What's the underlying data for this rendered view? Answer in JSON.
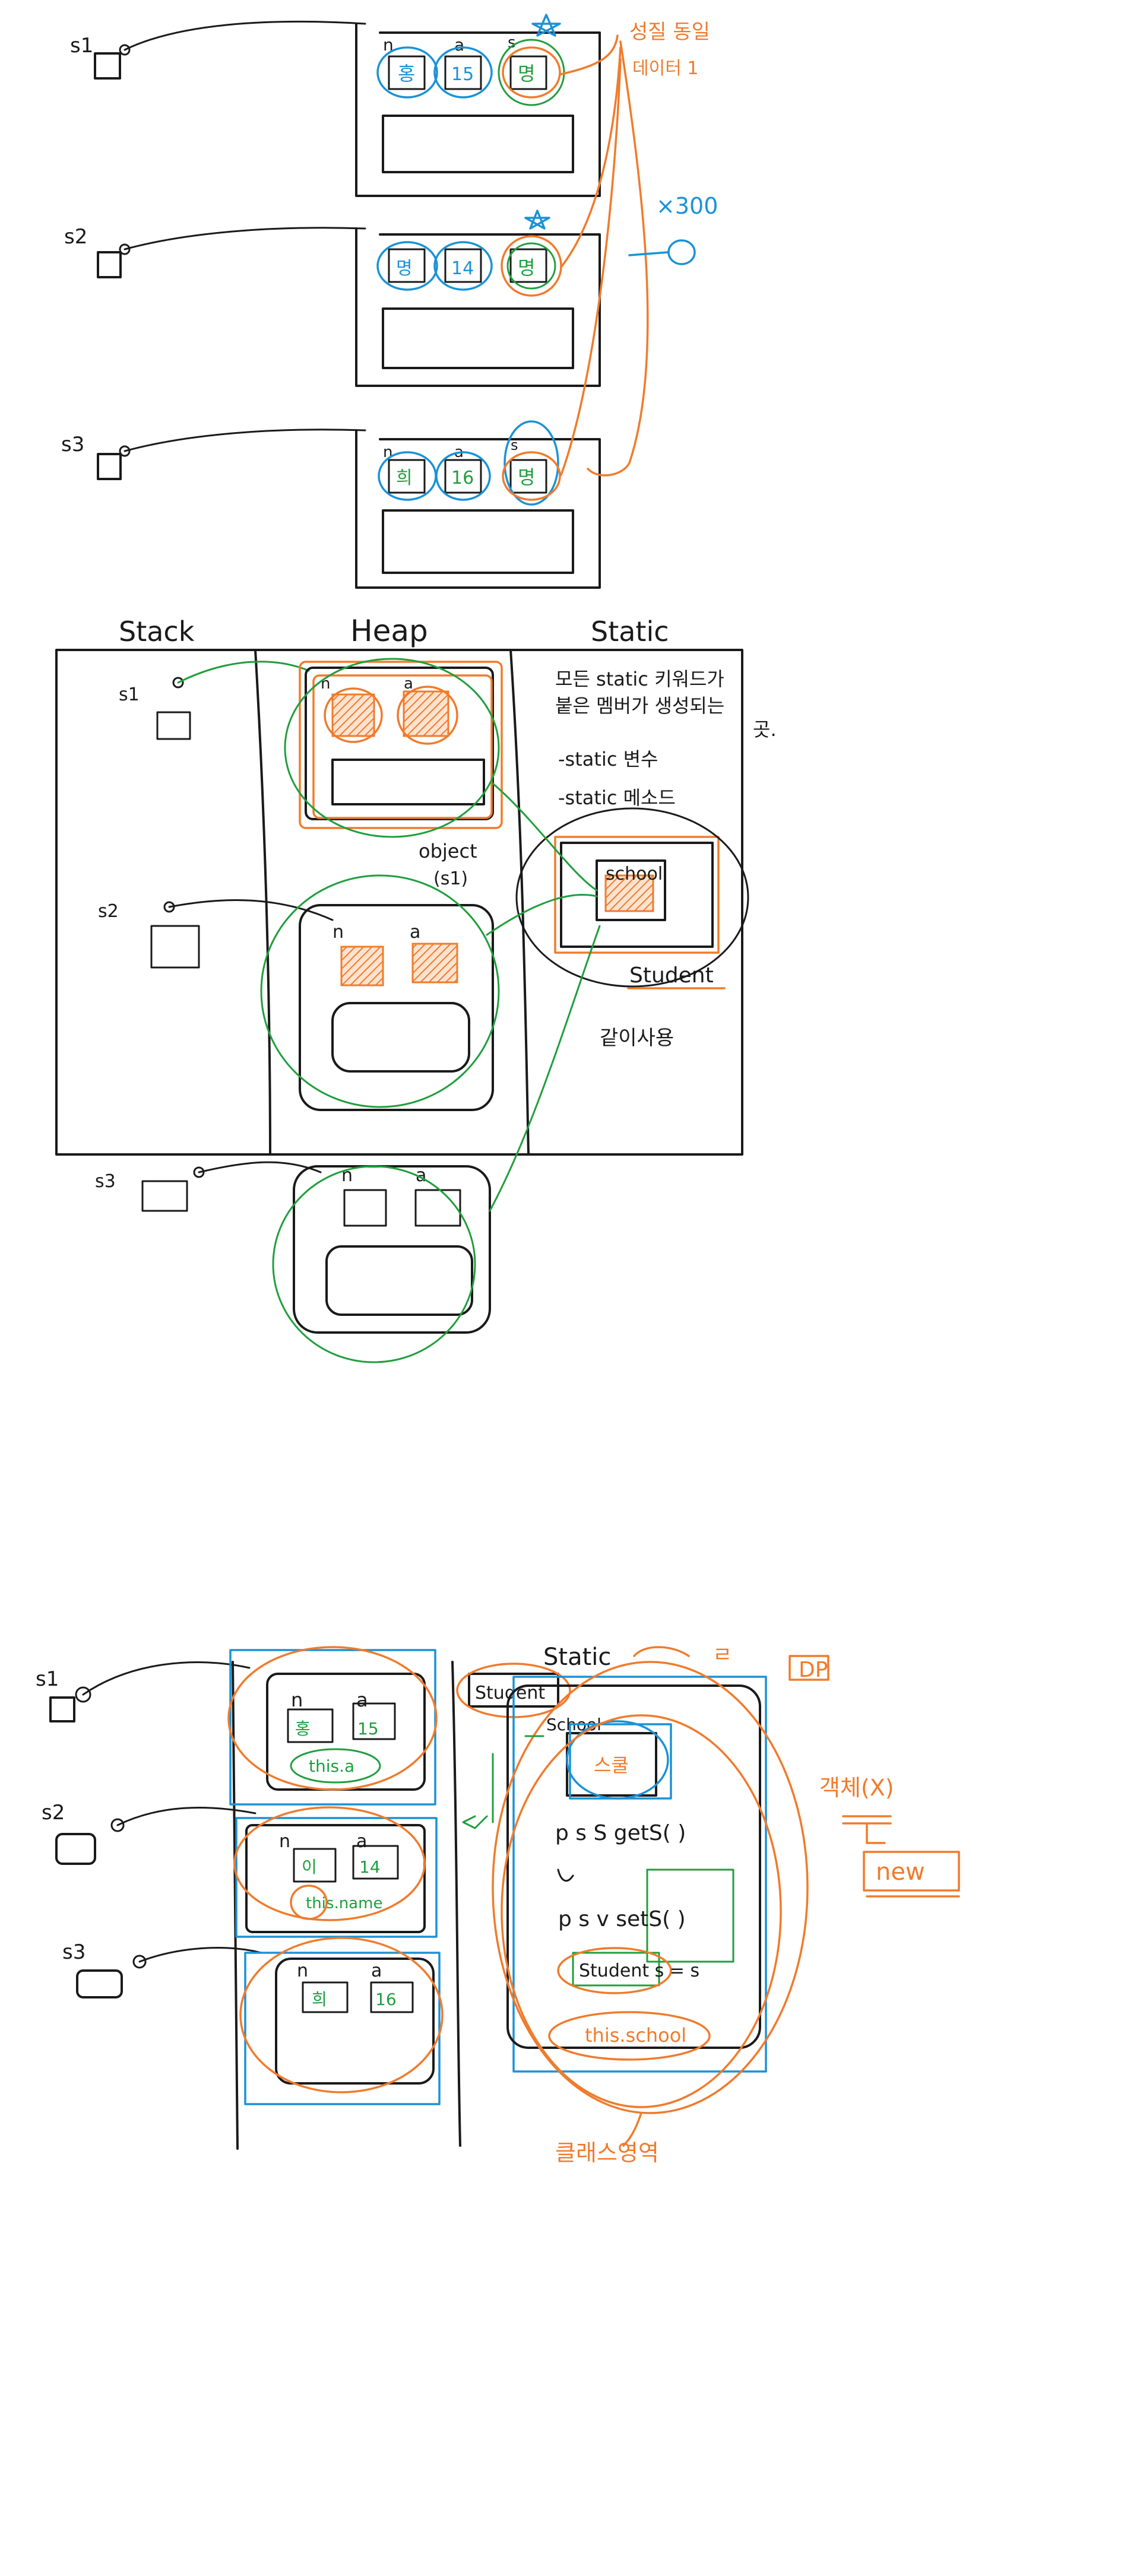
{
  "diagram1": {
    "refs": [
      "s1",
      "s2",
      "s3"
    ],
    "field_n": "n",
    "field_a": "a",
    "field_s": "s",
    "values": [
      {
        "n": "홍",
        "a": "15",
        "s": "명"
      },
      {
        "n": "명",
        "a": "14",
        "s": "명"
      },
      {
        "n": "희",
        "a": "16",
        "s": "명"
      }
    ],
    "note_top": "성질 동일",
    "note_sub": "데이터 1",
    "times": "×300"
  },
  "diagram2": {
    "headers": {
      "stack": "Stack",
      "heap": "Heap",
      "static": "Static"
    },
    "refs": [
      "s1",
      "s2",
      "s3"
    ],
    "field_n": "n",
    "field_a": "a",
    "static_note": "모든 static 키워드가 붙은 멤버가 생성되는 곳.",
    "static_items": [
      "-static 변수",
      "-static 메소드"
    ],
    "object_label": "object",
    "object_sub": "(s1)",
    "school_label": "school",
    "student_label": "Student",
    "shared_note": "같이사용"
  },
  "diagram3": {
    "refs": [
      "s1",
      "s2",
      "s3"
    ],
    "static_title": "Static",
    "student_box": "Student",
    "school_label": "School",
    "school_value": "스쿨",
    "method_get": "p s S getS( )",
    "method_set": "p s v setS( )",
    "set_param": "Student s = s",
    "this_school": "this.school",
    "heap_vals": [
      {
        "n": "n",
        "a": "a",
        "nv": "홍",
        "av": "15",
        "note": "this.a"
      },
      {
        "n": "n",
        "a": "a",
        "nv": "이",
        "av": "14",
        "note": "this.name"
      },
      {
        "n": "n",
        "a": "a",
        "nv": "희",
        "av": "16",
        "note": ""
      }
    ],
    "dp": "DP",
    "top_scribble": "ㄹ",
    "obj_note": "객체(X)",
    "new_label": "new",
    "class_area": "클래스영역"
  }
}
